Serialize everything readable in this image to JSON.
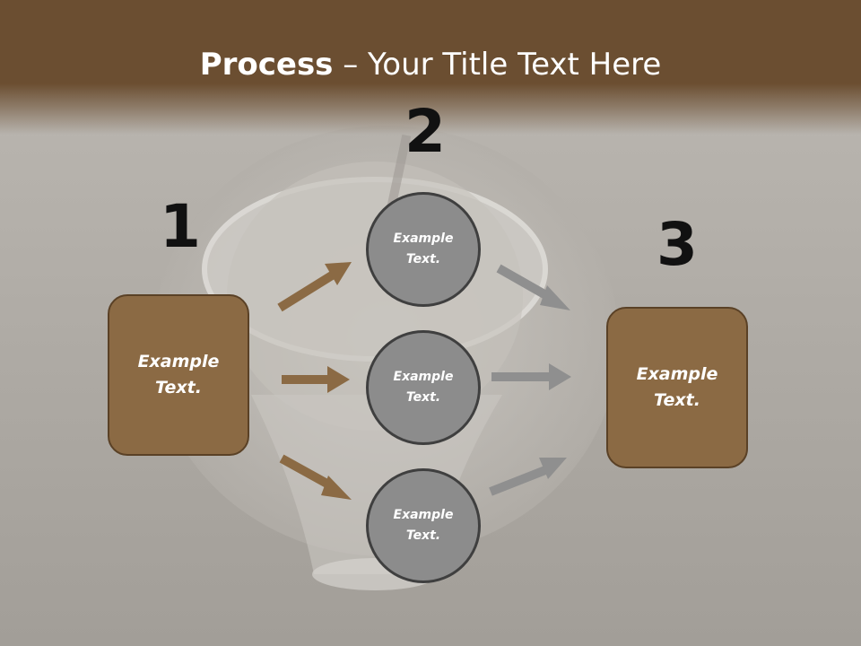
{
  "slide": {
    "title_bold": "Process",
    "title_rest": " – Your Title Text Here"
  },
  "steps": {
    "one": "1",
    "two": "2",
    "three": "3"
  },
  "left_box": {
    "text": "Example\nText."
  },
  "right_box": {
    "text": "Example\nText."
  },
  "circles": [
    {
      "text": "Example\nText."
    },
    {
      "text": "Example\nText."
    },
    {
      "text": "Example\nText."
    }
  ],
  "colors": {
    "header": "#6b4e31",
    "box_fill": "#8b6a44",
    "circle_fill": "#8c8c8c",
    "arrow_brown": "#8b6a44",
    "arrow_gray": "#8f8f8f"
  }
}
